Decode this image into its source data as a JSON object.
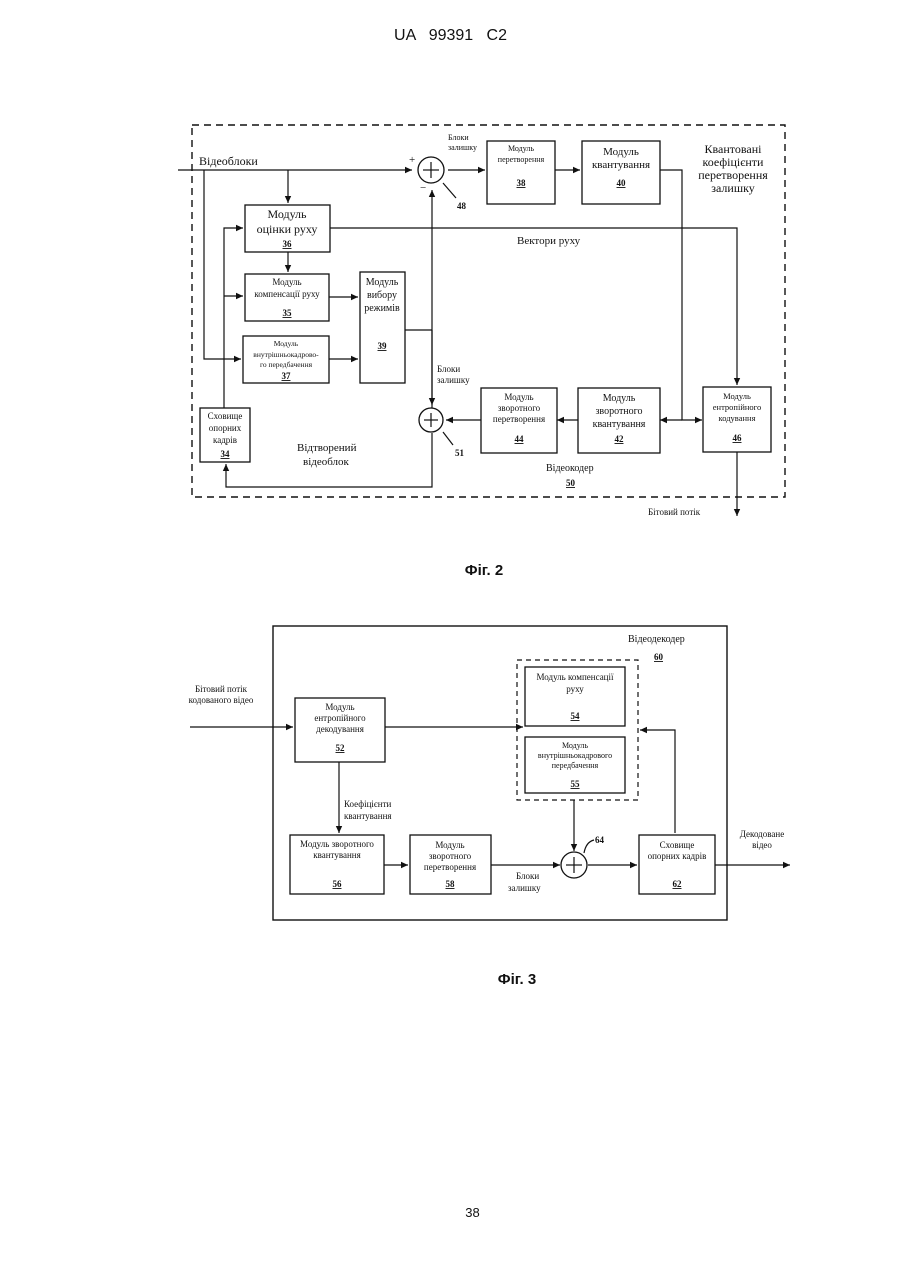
{
  "header": {
    "doc_id": "UA   99391   C2"
  },
  "fig2": {
    "caption": "Фіг. 2",
    "labels": {
      "video_blocks": "Відеоблоки",
      "residual_blocks_top_1": "Блоки",
      "residual_blocks_top_2": "залишку",
      "plus": "+",
      "minus": "−",
      "quant_coef_1": "Квантовані",
      "quant_coef_2": "коефіцієнти",
      "quant_coef_3": "перетворення",
      "quant_coef_4": "залишку",
      "motion_vectors": "Вектори руху",
      "residual_blocks_mid_1": "Блоки",
      "residual_blocks_mid_2": "залишку",
      "recon_block_1": "Відтворений",
      "recon_block_2": "відеоблок",
      "video_coder": "Відеокодер",
      "video_coder_num": "50",
      "bitstream": "Бітовий потік",
      "n48": "48",
      "n51": "51"
    },
    "blocks": {
      "transform": {
        "l1": "Модуль",
        "l2": "перетворення",
        "num": "38"
      },
      "quant": {
        "l1": "Модуль",
        "l2": "квантування",
        "num": "40"
      },
      "motion_est": {
        "l1": "Модуль",
        "l2": "оцінки руху",
        "num": "36"
      },
      "motion_comp": {
        "l1": "Модуль",
        "l2": "компенсації руху",
        "num": "35"
      },
      "mode_sel": {
        "l1": "Модуль",
        "l2": "вибору",
        "l3": "режимів",
        "num": "39"
      },
      "intra": {
        "l1": "Модуль",
        "l2": "внутрішньокадрово-",
        "l3": "го передбачення",
        "num": "37"
      },
      "ref_store": {
        "l1": "Сховище",
        "l2": "опорних",
        "l3": "кадрів",
        "num": "34"
      },
      "inv_transform": {
        "l1": "Модуль",
        "l2": "зворотного",
        "l3": "перетворення",
        "num": "44"
      },
      "inv_quant": {
        "l1": "Модуль",
        "l2": "зворотного",
        "l3": "квантування",
        "num": "42"
      },
      "entropy": {
        "l1": "Модуль",
        "l2": "ентропійного",
        "l3": "кодування",
        "num": "46"
      }
    }
  },
  "fig3": {
    "caption": "Фіг. 3",
    "labels": {
      "video_decoder": "Відеодекодер",
      "video_decoder_num": "60",
      "bitstream_in_1": "Бітовий потік",
      "bitstream_in_2": "кодованого відео",
      "quant_coef_1": "Коефіцієнти",
      "quant_coef_2": "квантування",
      "residual_1": "Блоки",
      "residual_2": "залишку",
      "decoded_1": "Декодоване",
      "decoded_2": "відео",
      "n64": "64"
    },
    "blocks": {
      "entropy_dec": {
        "l1": "Модуль",
        "l2": "ентропійного",
        "l3": "декодування",
        "num": "52"
      },
      "motion_comp": {
        "l1": "Модуль компенсації",
        "l2": "руху",
        "num": "54"
      },
      "intra": {
        "l1": "Модуль",
        "l2": "внутрішньокадрового",
        "l3": "передбачення",
        "num": "55"
      },
      "inv_quant": {
        "l1": "Модуль зворотного",
        "l2": "квантування",
        "num": "56"
      },
      "inv_transform": {
        "l1": "Модуль",
        "l2": "зворотного",
        "l3": "перетворення",
        "num": "58"
      },
      "ref_store": {
        "l1": "Сховище",
        "l2": "опорних кадрів",
        "num": "62"
      }
    }
  },
  "footer": {
    "page_number": "38"
  }
}
